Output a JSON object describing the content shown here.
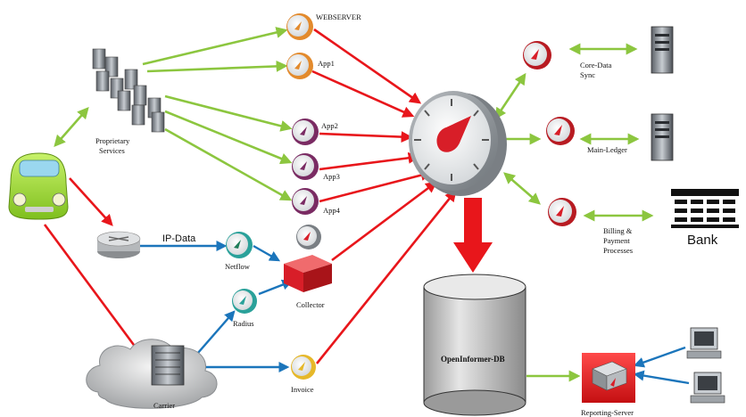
{
  "nodes": {
    "webserver": "WEBSERVER",
    "app1": "App1",
    "app2": "App2",
    "app3": "App3",
    "app4": "App4",
    "proprietary_1": "Proprietary",
    "proprietary_2": "Services",
    "ip_data": "IP-Data",
    "netflow": "Netflow",
    "collector": "Collector",
    "radius": "Radius",
    "carrier": "Carrier",
    "invoice": "Invoice",
    "core_data_1": "Core-Data",
    "core_data_2": "Sync",
    "main_ledger": "Main-Ledger",
    "billing_1": "Billing &",
    "billing_2": "Payment",
    "billing_3": "Processes",
    "bank": "Bank",
    "db": "OpenInformer-DB",
    "reporting": "Reporting-Server"
  },
  "colors": {
    "red_arrow": "#e8161b",
    "green_arrow": "#8cc63f",
    "blue_arrow": "#1b75bb",
    "car_green": "#a4e03a",
    "gauge_red": "#d81e28",
    "gauge_orange": "#e38a2c",
    "gauge_purple": "#7a2b63",
    "gauge_teal": "#2aa19a",
    "gauge_yellow": "#e6b82a"
  }
}
